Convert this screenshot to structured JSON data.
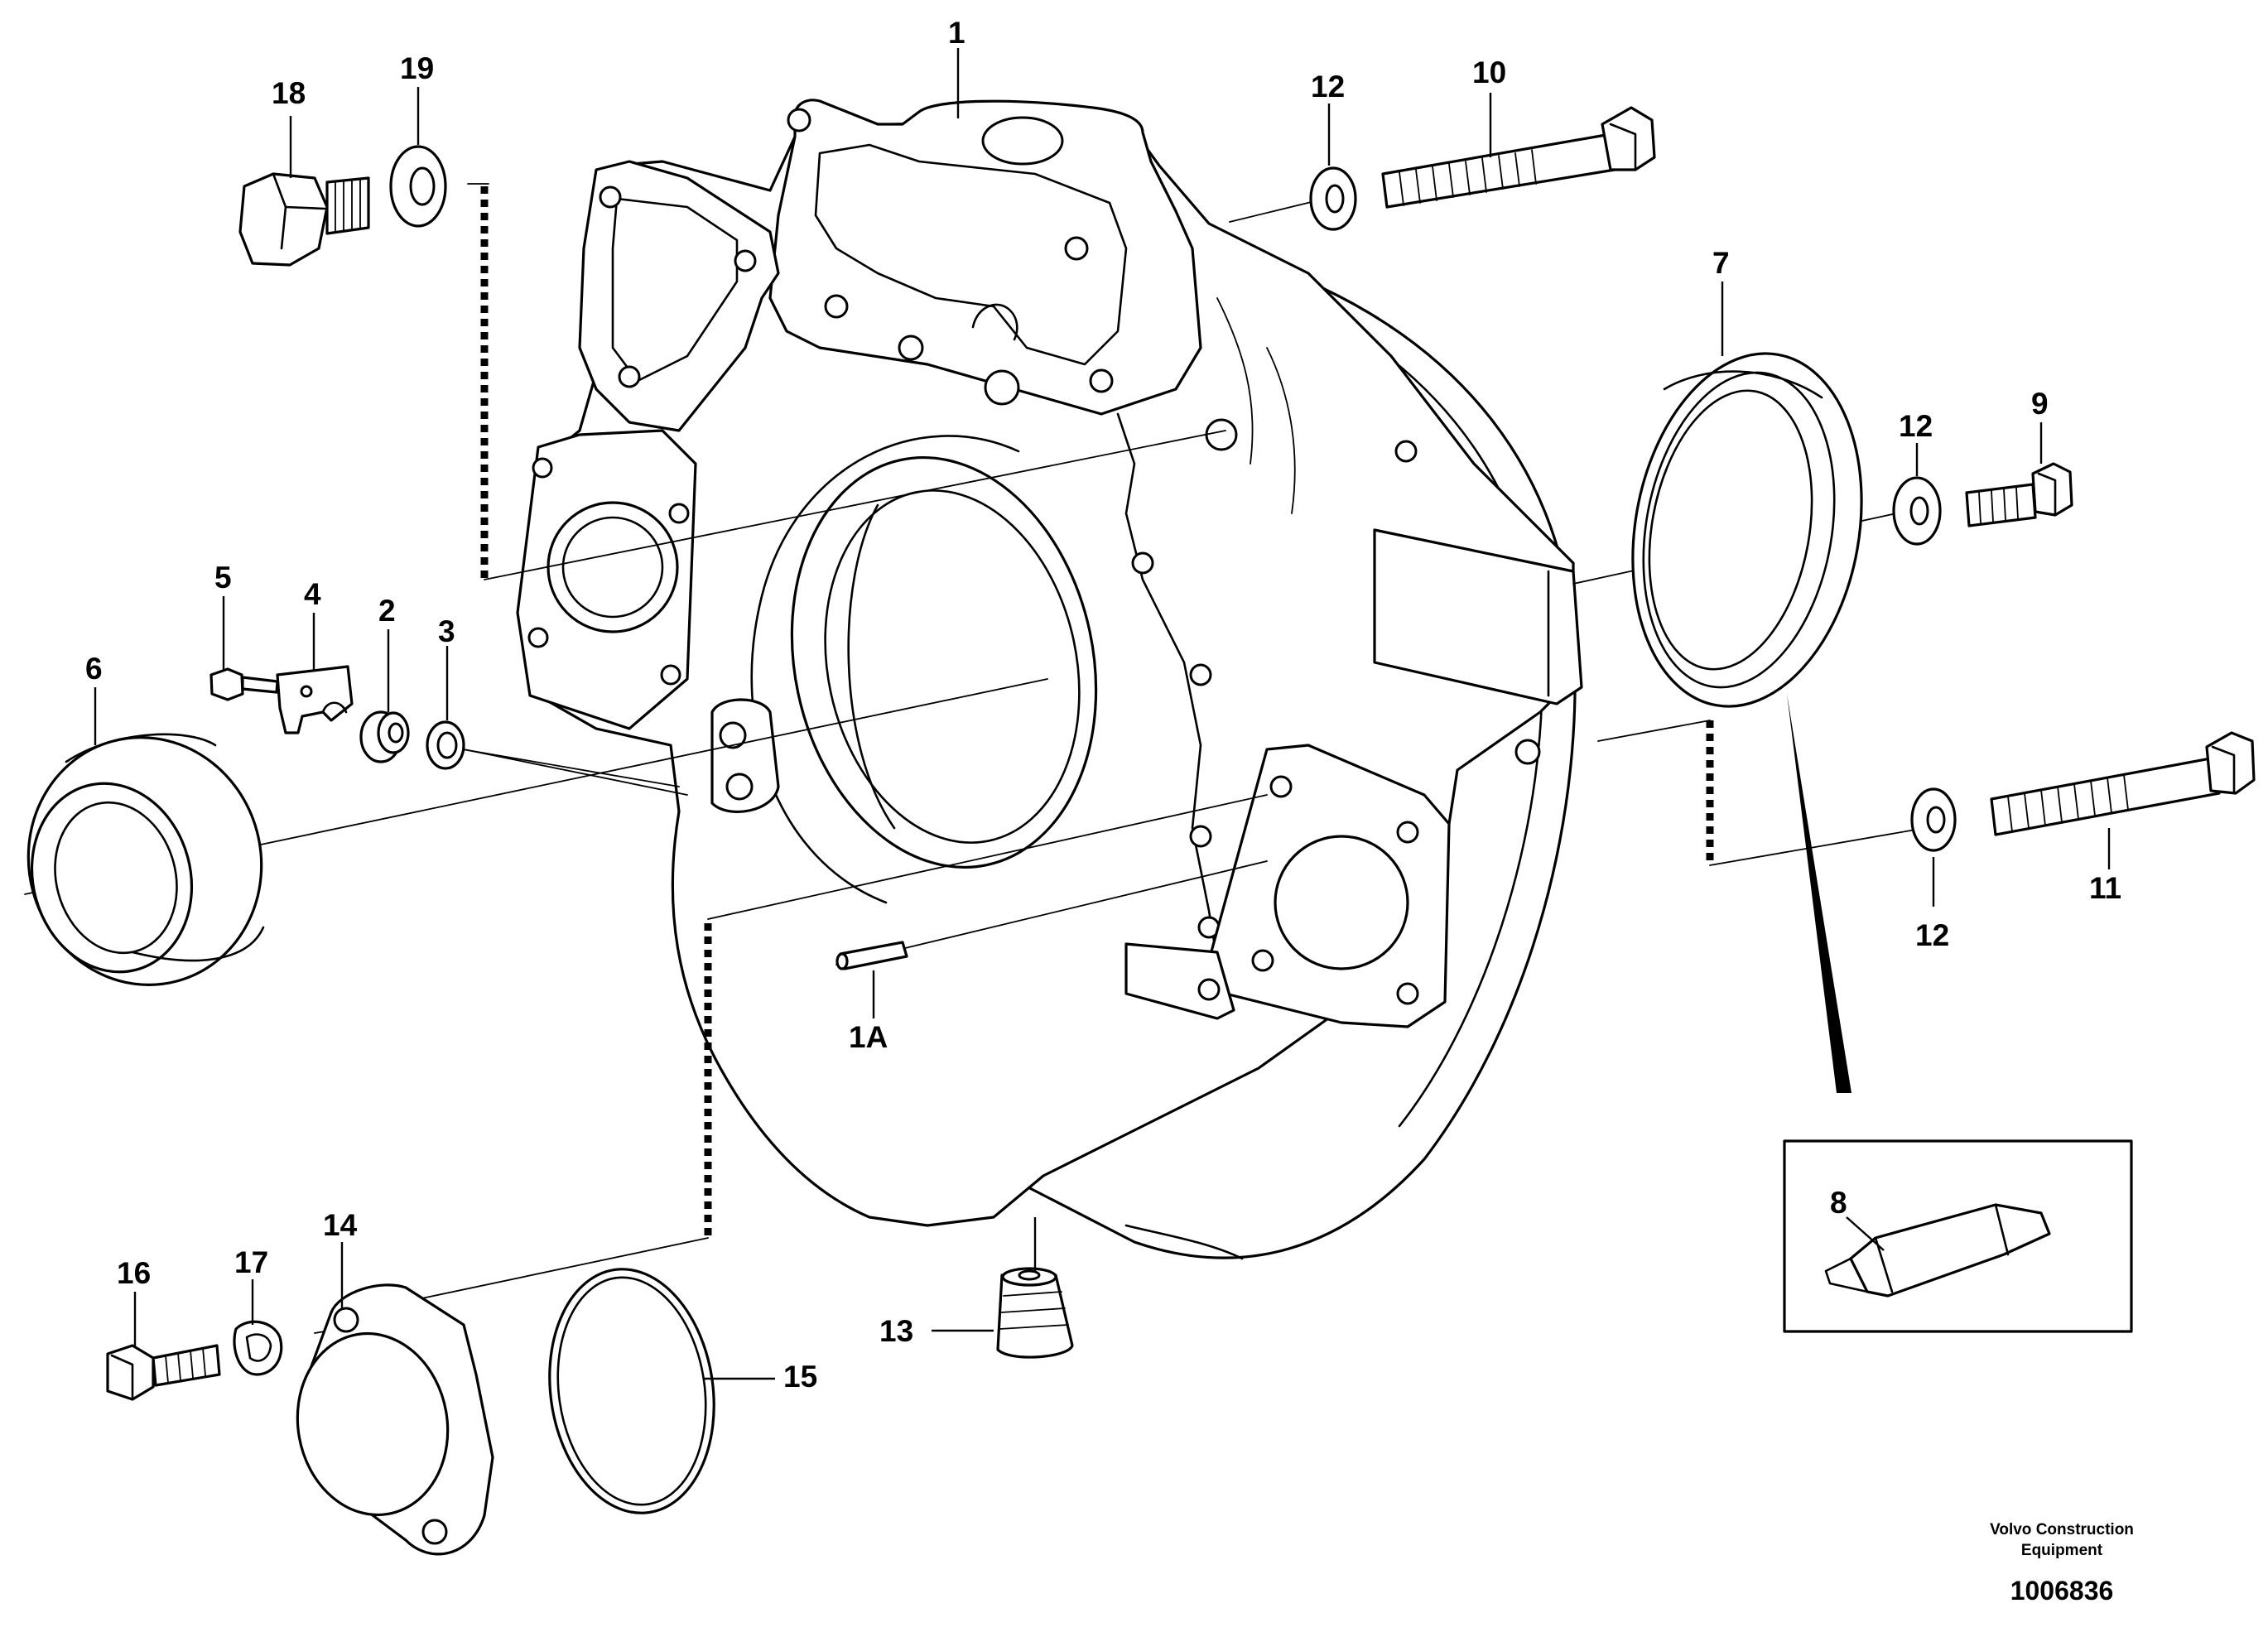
{
  "diagram": {
    "labels": [
      "1",
      "1A",
      "2",
      "3",
      "4",
      "5",
      "6",
      "7",
      "8",
      "9",
      "10",
      "11",
      "12",
      "12",
      "12",
      "13",
      "14",
      "15",
      "16",
      "17",
      "18",
      "19"
    ],
    "footer": {
      "brand_line1": "Volvo Construction",
      "brand_line2": "Equipment",
      "doc_number": "1006836"
    }
  }
}
